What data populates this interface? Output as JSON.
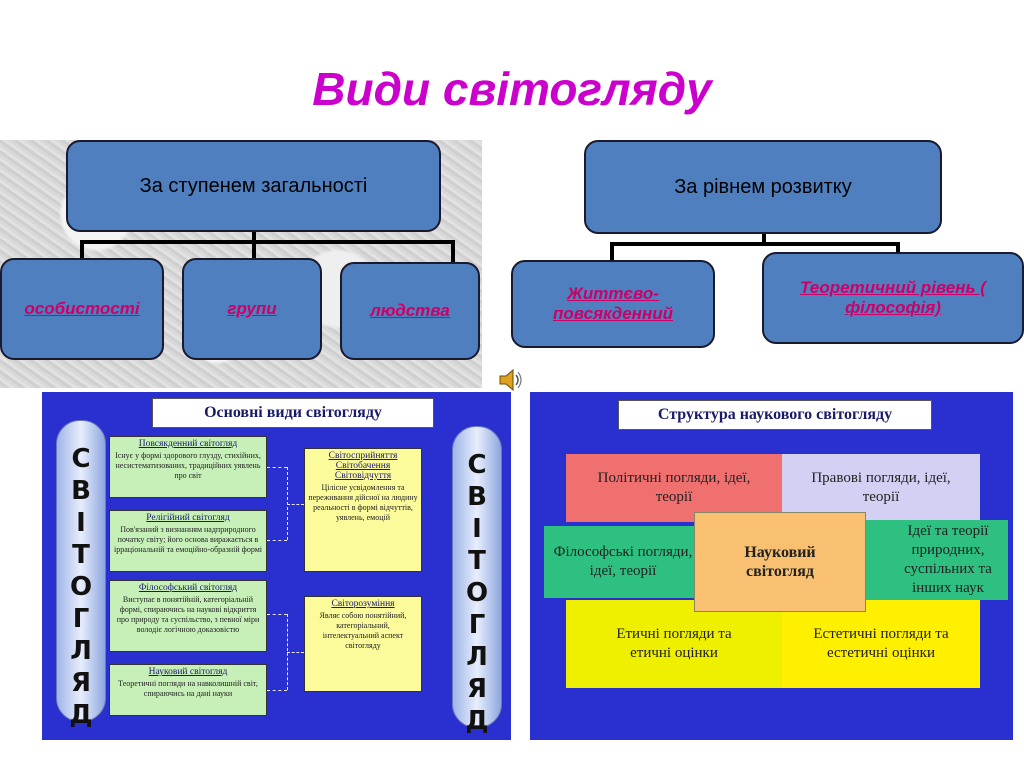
{
  "slide": {
    "title": "Види світогляду"
  },
  "diagram_left": {
    "root": "За ступенем загальності",
    "children": [
      "особистості",
      "групи",
      "людства"
    ]
  },
  "diagram_right": {
    "root": "За рівнем розвитку",
    "children": [
      "Життєво-повсякденний",
      "Теоретичний рівень ( філософія)"
    ]
  },
  "image_left": {
    "title": "Основні види світогляду",
    "side_word": "СВІТОГЛЯД",
    "side_letters": [
      "С",
      "В",
      "І",
      "Т",
      "О",
      "Г",
      "Л",
      "Я",
      "Д"
    ],
    "items": [
      {
        "heading": "Повсякденний світогляд",
        "text": "Існує у формі здорового глузду, стихійних, несистематизованих, традиційних уявлень про світ"
      },
      {
        "heading": "Релігійний світогляд",
        "text": "Пов'язаний з визнанням надприродного початку світу; його основа виражається в ірраціональній та емоційно-образній формі"
      },
      {
        "heading": "Філософський світогляд",
        "text": "Виступає в понятійній, категоріальній формі, спираючись на наукові відкриття про природу та суспільство, з певної міри володіє логічною доказовістю"
      },
      {
        "heading": "Науковий світогляд",
        "text": "Теоретичні погляди на навколишній світ, спираючись на дані науки"
      }
    ],
    "right_items": [
      {
        "heading": "Світосприйняття Світобачення Світовідчуття",
        "text": "Цілісне усвідомлення та переживання дійсної на людину реальності в формі відчуттів, уявлень, емоцій"
      },
      {
        "heading": "Світорозуміння",
        "text": "Являє собою понятійний, категоріальний, інтелектуальний аспект світогляду"
      }
    ]
  },
  "image_right": {
    "title": "Структура наукового світогляду",
    "blocks": {
      "political": "Політичні погляди, ідеї, теорії",
      "legal": "Правові погляди, ідеї, теорії",
      "philosophical": "Філософські погляди, ідеї, теорії",
      "center": "Науковий світогляд",
      "natural": "Ідеї та теорії природних, суспільних та інших наук",
      "ethical": "Етичні погляди та етичні оцінки",
      "aesthetic": "Естетичні погляди та естетичні оцінки"
    }
  },
  "icons": [
    "speaker-icon"
  ],
  "colors": {
    "title": "#cc00cc",
    "box_fill": "#4f7fbf",
    "leaf_text": "#cc0066",
    "panel_bg": "#2a2fd0"
  }
}
